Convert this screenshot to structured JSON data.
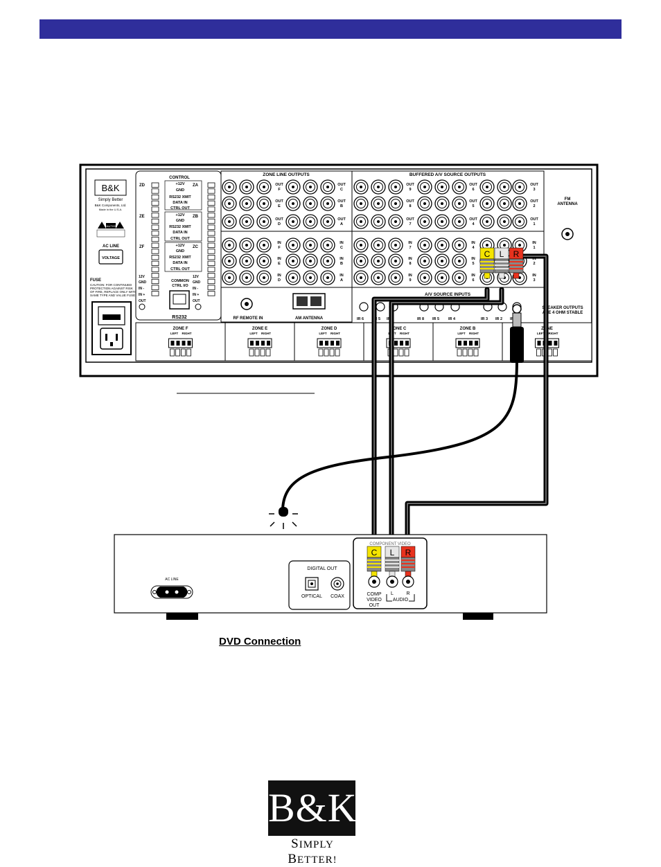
{
  "caption": "DVD Connection",
  "logo": {
    "brand": "B&K",
    "tagline_s": "S",
    "tagline_rest1": "IMPLY ",
    "tagline_b": "B",
    "tagline_rest2": "ETTER!"
  },
  "receiver": {
    "brand_small": "B&K",
    "brand_tag": "Simply Better",
    "maker_line1": "B&K Components, Ltd.",
    "maker_line2": "Made in the U.S.A.",
    "caution": "CAUTION",
    "ac_line": "AC LINE",
    "voltage": "VOLTAGE",
    "fuse": "FUSE",
    "fuse_note": [
      "CAUTION: FOR CONTINUED",
      "PROTECTION AGAINST RISK",
      "OF FIRE, REPLACE ONLY WITH",
      "SAME TYPE AND VALUE FUSE"
    ],
    "control_title": "CONTROL",
    "control_rows": [
      "+12V",
      "GND",
      "RS232 XMIT",
      "DATA IN",
      "CTRL OUT"
    ],
    "zone_left": [
      "ZD",
      "ZE",
      "ZF"
    ],
    "zone_right": [
      "ZA",
      "ZB",
      "ZC"
    ],
    "left_side_labels": [
      "12V",
      "GND",
      "IN -",
      "IN +",
      "OUT"
    ],
    "right_side_labels": [
      "12V",
      "GND",
      "IN -",
      "IN +",
      "OUT"
    ],
    "common": "COMMON",
    "ctrl_io": "CTRL I/O",
    "rs232": "RS232",
    "zone_line_outputs": "ZONE LINE OUTPUTS",
    "buffered_outputs": "BUFFERED A/V SOURCE OUTPUTS",
    "av_source_inputs": "A/V SOURCE INPUTS",
    "fm_antenna": [
      "FM",
      "ANTENNA"
    ],
    "rf_remote_in": "RF REMOTE IN",
    "am_antenna": "AM ANTENNA",
    "ir_labels": [
      "IR 6",
      "IR 5",
      "IR 7",
      "IR 8",
      "IR 5",
      "IR 4",
      "IR 3",
      "IR 2",
      "IR 1"
    ],
    "speaker_note": [
      "SPEAKER OUTPUTS",
      "ARE 4 OHM STABLE"
    ],
    "zone_terminals": [
      "ZONE F",
      "ZONE E",
      "ZONE D",
      "ZONE C",
      "ZONE B",
      "ZONE"
    ],
    "left_right": [
      "LEFT",
      "RIGHT"
    ],
    "zone_line_cols": [
      "F",
      "E",
      "D"
    ],
    "zone_line_right": [
      "C",
      "B",
      "A"
    ],
    "out_label": "OUT",
    "in_label": "IN",
    "cable_letters": [
      "C",
      "L",
      "R"
    ]
  },
  "dvd": {
    "ac_line": "AC LINE",
    "digital_out": "DIGITAL OUT",
    "optical": "OPTICAL",
    "coax": "COAX",
    "component_hint": "COMPONENT VIDEO",
    "comp_video_out": [
      "COMP",
      "VIDEO",
      "OUT"
    ],
    "audio": "AUDIO",
    "l": "L",
    "r": "R",
    "plug_letters": [
      "C",
      "L",
      "R"
    ]
  },
  "colors": {
    "banner": "#2f2e9b",
    "yellow": "#f5e400",
    "red": "#e8321e",
    "white_plug": "#e6e6e6"
  }
}
